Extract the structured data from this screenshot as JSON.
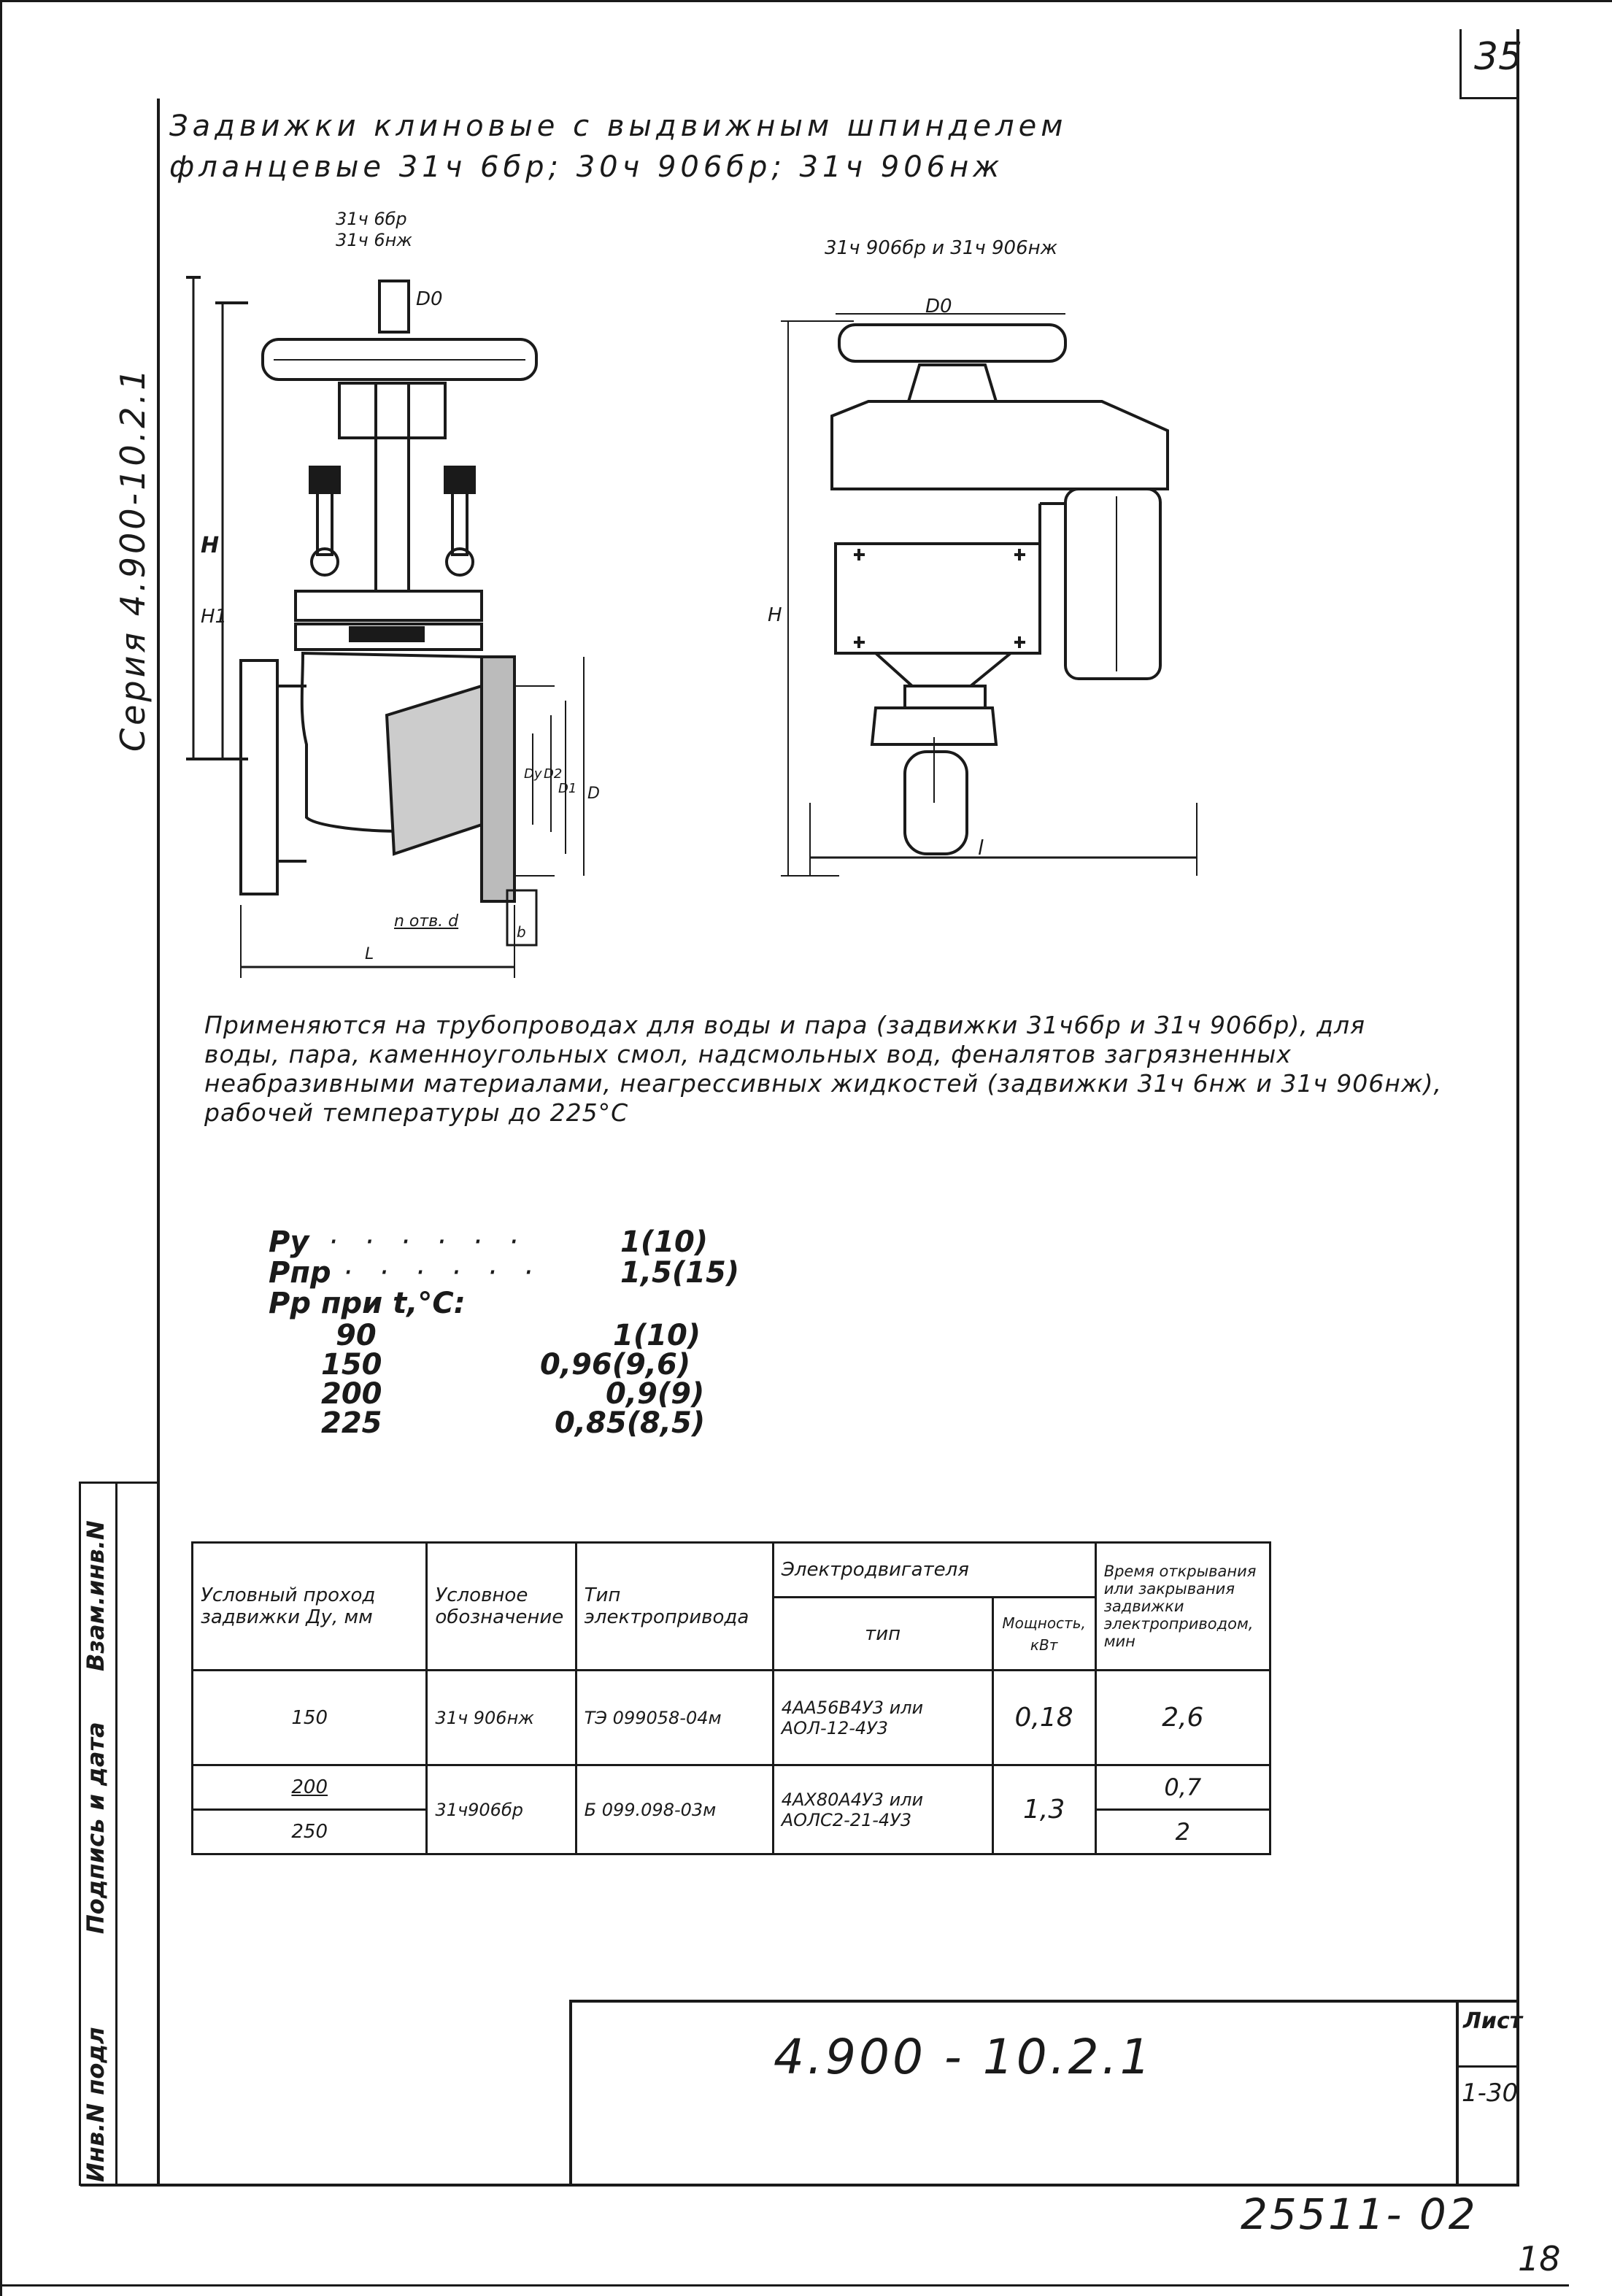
{
  "page": {
    "number": "35",
    "sheet_label": "Лист",
    "sheet_number": "1-30",
    "doc_code": "4.900 - 10.2.1",
    "inventory": "25511- 02",
    "page_index": "18"
  },
  "side": {
    "series": "Серия 4.900-10.2.1",
    "stamp": [
      "Инв.N подл",
      "Подпись и дата",
      "Взам.инв.N"
    ]
  },
  "title": {
    "line1": "Задвижки клиновые с выдвижным шпинделем",
    "line2": "фланцевые 31ч 6бр; 30ч 906бр; 31ч 906нж"
  },
  "drawing_left": {
    "caption_line1": "31ч 6бр",
    "caption_line2": "31ч 6нж",
    "dims": {
      "D0": "D0",
      "H1": "H1",
      "H": "H",
      "Dy": "Dy",
      "D2": "D2",
      "D1": "D1",
      "D": "D",
      "holes": "n отв. d",
      "b": "b",
      "L": "L"
    }
  },
  "drawing_right": {
    "caption": "31ч 906бр и 31ч 906нж",
    "dims": {
      "D0": "D0",
      "H": "H",
      "l": "l"
    }
  },
  "paragraph": "Применяются на трубопроводах для воды и пара (задвижки 31ч6бр и 31ч 906бр), для воды, пара, каменноугольных смол, надсмольных вод, феналятов загрязненных неабразивными материалами, неагрессивных жидкостей (задвижки 31ч 6нж и 31ч 906нж), рабочей температуры до 225°С",
  "specs": {
    "py_label": "Py",
    "py_value": "1(10)",
    "ppr_label": "Pпр",
    "ppr_value": "1,5(15)",
    "pp_label": "Pp при t,°C:",
    "rows": [
      {
        "t": "90",
        "v": "1(10)"
      },
      {
        "t": "150",
        "v": "0,96(9,6)"
      },
      {
        "t": "200",
        "v": "0,9(9)"
      },
      {
        "t": "225",
        "v": "0,85(8,5)"
      }
    ]
  },
  "table": {
    "headers": {
      "dn": "Условный проход задвижки Ду, мм",
      "designation": "Условное обозначение",
      "drive": "Тип электропривода",
      "motor": "Электродвигателя",
      "motor_type": "тип",
      "power": "Мощность, кВт",
      "time": "Время открывания или закрывания задвижки электроприводом, мин"
    },
    "rows": [
      {
        "dn": "150",
        "designation": "31ч 906нж",
        "drive": "ТЭ 099058-04м",
        "motor_type": "4АА56В4У3 или АОЛ-12-4У3",
        "power": "0,18",
        "time": "2,6"
      },
      {
        "dn": "200",
        "designation": "31ч906бр",
        "drive": "Б 099.098-03м",
        "motor_type": "4АХ80А4У3 или АОЛС2-21-4У3",
        "power": "1,3",
        "time": "0,7"
      },
      {
        "dn": "250",
        "time": "2"
      }
    ]
  }
}
